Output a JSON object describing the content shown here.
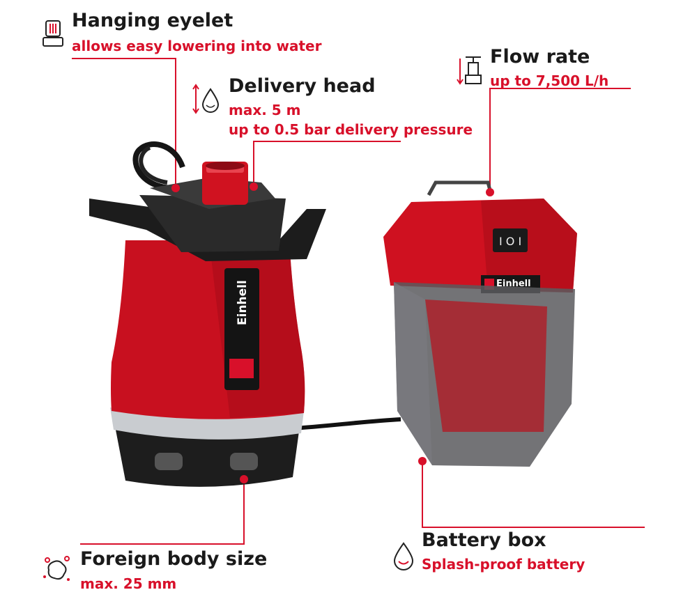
{
  "brand": {
    "logo_text": "Einhell",
    "battery_logo_text": "Einhell",
    "accent_color": "#d8102a"
  },
  "features": {
    "hanging_eyelet": {
      "title": "Hanging eyelet",
      "subtitle": "allows easy lowering into water",
      "icon": "hanging-eyelet-icon"
    },
    "delivery_head": {
      "title": "Delivery head",
      "line1": "max. 5 m",
      "line2": "up to 0.5 bar delivery pressure",
      "icon": "water-drop-height-icon"
    },
    "flow_rate": {
      "title": "Flow rate",
      "subtitle": "up to 7,500 L/h",
      "icon": "flow-rate-icon"
    },
    "battery_box": {
      "title": "Battery box",
      "subtitle": "Splash-proof battery",
      "icon": "water-drop-icon"
    },
    "foreign_body": {
      "title": "Foreign body size",
      "subtitle": "max. 25 mm",
      "icon": "particles-icon"
    }
  }
}
